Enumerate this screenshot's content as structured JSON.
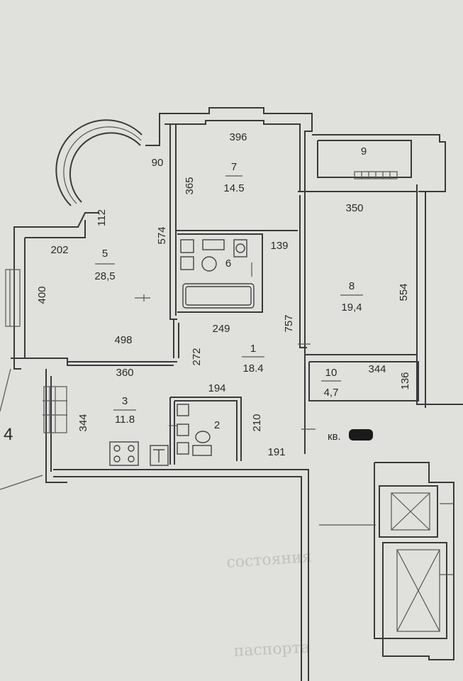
{
  "rooms": [
    {
      "id": "room-1",
      "number": "1",
      "area": "18.4"
    },
    {
      "id": "room-2",
      "number": "2",
      "area": ""
    },
    {
      "id": "room-3",
      "number": "3",
      "area": "11.8"
    },
    {
      "id": "room-5",
      "number": "5",
      "area": "28,5"
    },
    {
      "id": "room-6",
      "number": "6",
      "area": ""
    },
    {
      "id": "room-7",
      "number": "7",
      "area": "14.5"
    },
    {
      "id": "room-8",
      "number": "8",
      "area": "19,4"
    },
    {
      "id": "room-9",
      "number": "9",
      "area": ""
    },
    {
      "id": "room-10",
      "number": "10",
      "area": "4,7"
    }
  ],
  "dimensions": [
    "396",
    "90",
    "365",
    "112",
    "202",
    "574",
    "400",
    "139",
    "350",
    "554",
    "498",
    "249",
    "757",
    "272",
    "360",
    "344",
    "194",
    "210",
    "191",
    "344",
    "136"
  ],
  "apartment_label": "кв.",
  "side_mark": "4"
}
